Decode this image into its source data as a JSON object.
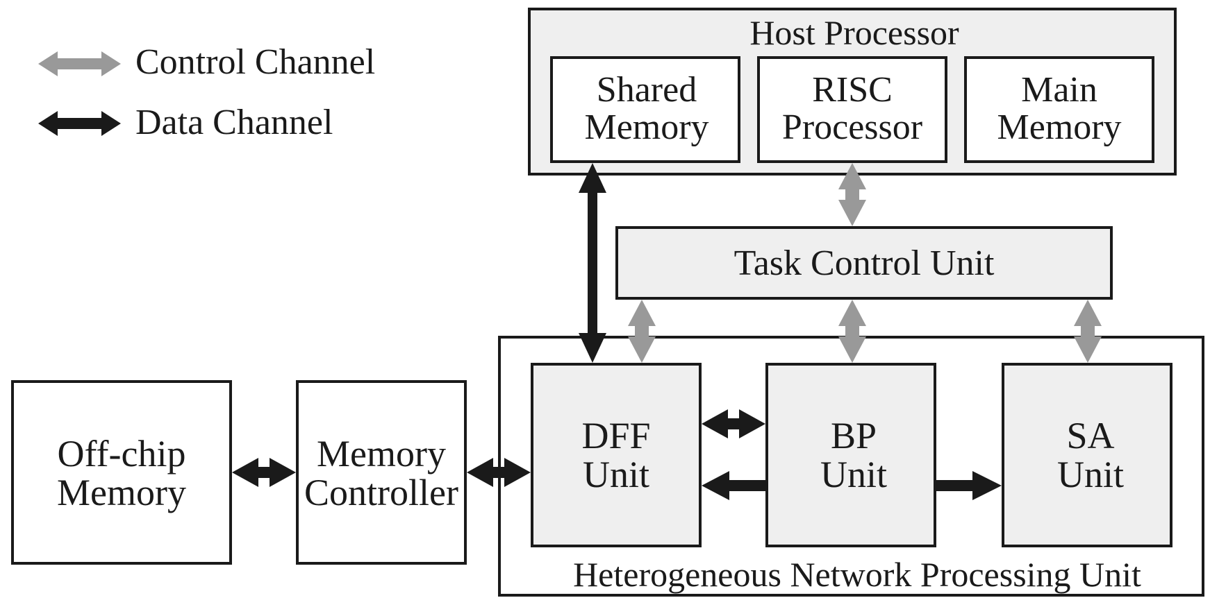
{
  "legend": {
    "control_label": "Control Channel",
    "data_label": "Data Channel"
  },
  "colors": {
    "control_arrow": "#999999",
    "data_arrow": "#1a1a1a",
    "unit_fill": "#efefef",
    "stroke": "#1a1a1a"
  },
  "host_processor": {
    "title": "Host Processor",
    "shared_memory": [
      "Shared",
      "Memory"
    ],
    "risc_processor": [
      "RISC",
      "Processor"
    ],
    "main_memory": [
      "Main",
      "Memory"
    ]
  },
  "task_control_unit": "Task Control Unit",
  "hnpu": {
    "title": "Heterogeneous Network Processing Unit",
    "dff_unit": [
      "DFF",
      "Unit"
    ],
    "bp_unit": [
      "BP",
      "Unit"
    ],
    "sa_unit": [
      "SA",
      "Unit"
    ]
  },
  "offchip_memory": [
    "Off-chip",
    "Memory"
  ],
  "memory_controller": [
    "Memory",
    "Controller"
  ]
}
